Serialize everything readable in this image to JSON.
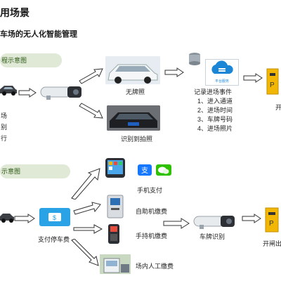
{
  "title": "用场景",
  "subtitle": "车场的无人化智能管理",
  "section1": {
    "pill": "程示意图",
    "left_labels": [
      "场",
      "别",
      "行"
    ],
    "plate_label": "无牌照",
    "recognize_label": "识别到拍照",
    "cloud_text": "平台服务",
    "record_title": "记录进场事件",
    "events": [
      "1、进入通道",
      "2、进场时间",
      "3、车牌号码",
      "4、进场照片"
    ],
    "right_label": "开"
  },
  "section2": {
    "pill": "示意图",
    "pay_label": "支付停车费",
    "mobile_label": "手机支付",
    "kiosk_label": "自助机缴费",
    "handheld_label": "手持机缴费",
    "manual_label": "场内人工缴费",
    "plate_recog_label": "车牌识别",
    "open_label": "开闸出"
  },
  "colors": {
    "pill_bg": "#dfe9d6",
    "barrier_yellow": "#f2b705",
    "cloud_blue": "#1c86d6",
    "pay_blue": "#2aa3e6"
  }
}
